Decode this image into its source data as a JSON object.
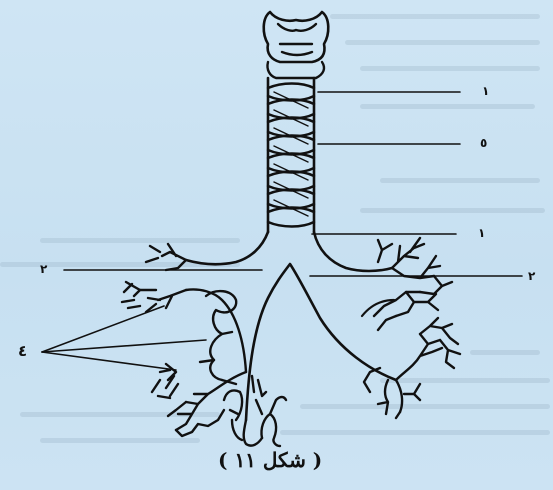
{
  "figure": {
    "caption": "( شكل ١١ )",
    "labels": {
      "label_1_top": "١",
      "label_5": "٥",
      "label_1_bottom": "١",
      "label_2_left": "٢",
      "label_2_right": "٢",
      "label_4": "٤"
    }
  }
}
